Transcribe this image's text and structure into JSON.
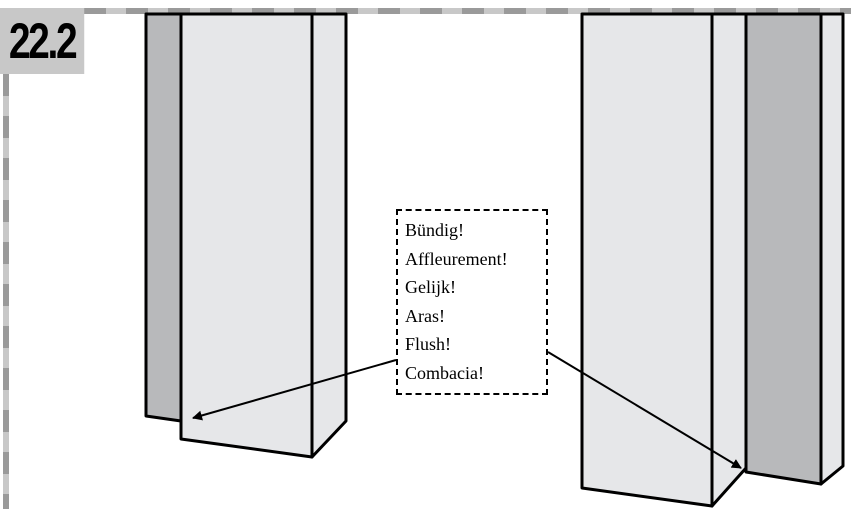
{
  "step": {
    "number": "22.2"
  },
  "callout": {
    "labels": [
      "Bündig!",
      "Affleurement!",
      "Gelijk!",
      "Aras!",
      "Flush!",
      "Combacia!"
    ]
  },
  "colors": {
    "panel_light": "#e6e7e9",
    "panel_dark": "#b8b9bb",
    "frame_gray": "#c8c8c8",
    "frame_dash": "#9a9a9a",
    "outline": "#000000"
  }
}
